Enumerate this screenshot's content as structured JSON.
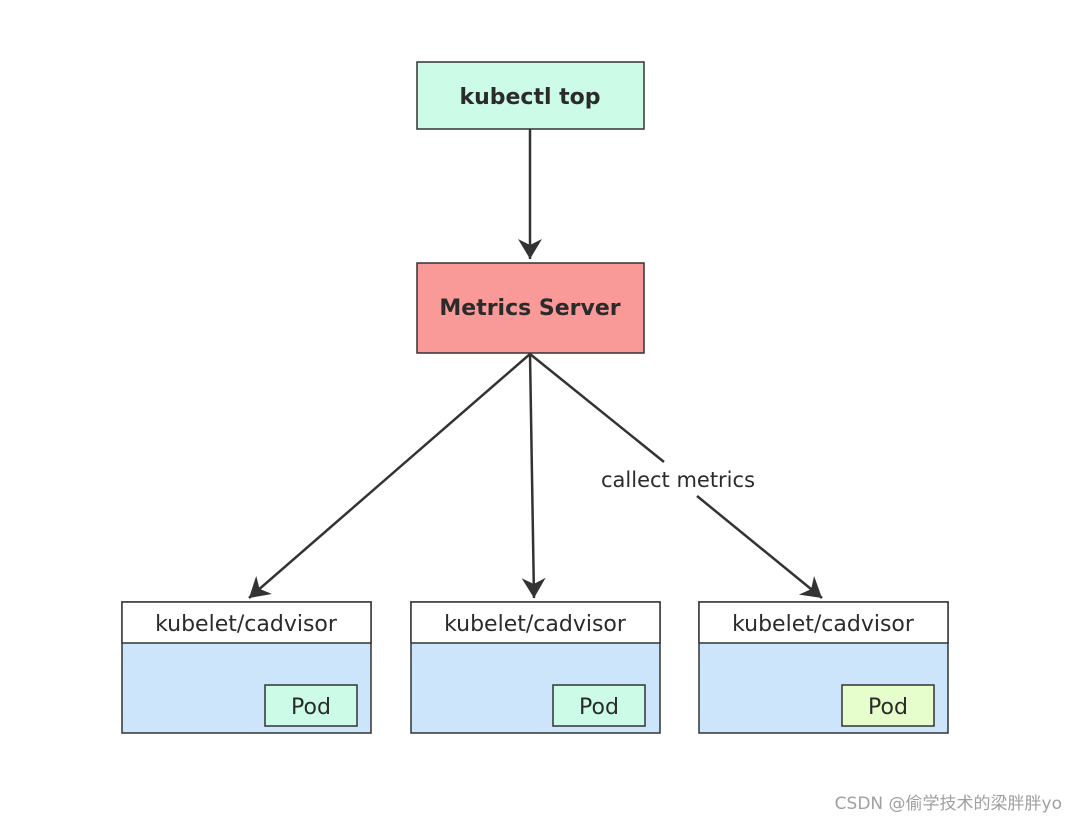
{
  "colors": {
    "kubectl_fill": "#ccfbe8",
    "metrics_fill": "#fa9a98",
    "node_header_fill": "#ffffff",
    "node_body_fill": "#cce5fb",
    "pod_fill_green": "#ccfbe8",
    "pod_fill_yellow": "#e6fdcc",
    "stroke": "#333333"
  },
  "kubectl": {
    "label": "kubectl top"
  },
  "metrics_server": {
    "label": "Metrics Server"
  },
  "edge_label": "callect metrics",
  "nodes": [
    {
      "header": "kubelet/cadvisor",
      "pod": "Pod",
      "pod_color": "green"
    },
    {
      "header": "kubelet/cadvisor",
      "pod": "Pod",
      "pod_color": "green"
    },
    {
      "header": "kubelet/cadvisor",
      "pod": "Pod",
      "pod_color": "yellow"
    }
  ],
  "watermark": "CSDN @偷学技术的梁胖胖yo"
}
